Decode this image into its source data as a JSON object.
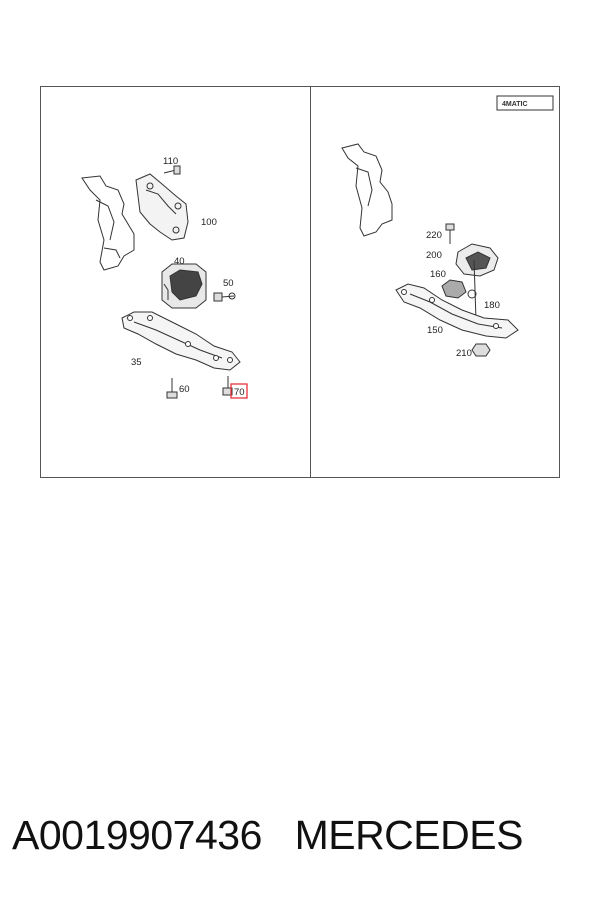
{
  "diagram": {
    "left_panel": {
      "labels": {
        "p110": "110",
        "p100": "100",
        "p40": "40",
        "p50": "50",
        "p35": "35",
        "p60": "60",
        "p70": "70"
      }
    },
    "right_panel": {
      "badge": "4MATIC",
      "labels": {
        "p220": "220",
        "p200": "200",
        "p160": "160",
        "p180": "180",
        "p150": "150",
        "p210": "210"
      }
    },
    "colors": {
      "highlight": "#e8333a",
      "line": "#333333"
    }
  },
  "caption": {
    "part_number": "A0019907436",
    "brand": "MERCEDES"
  }
}
